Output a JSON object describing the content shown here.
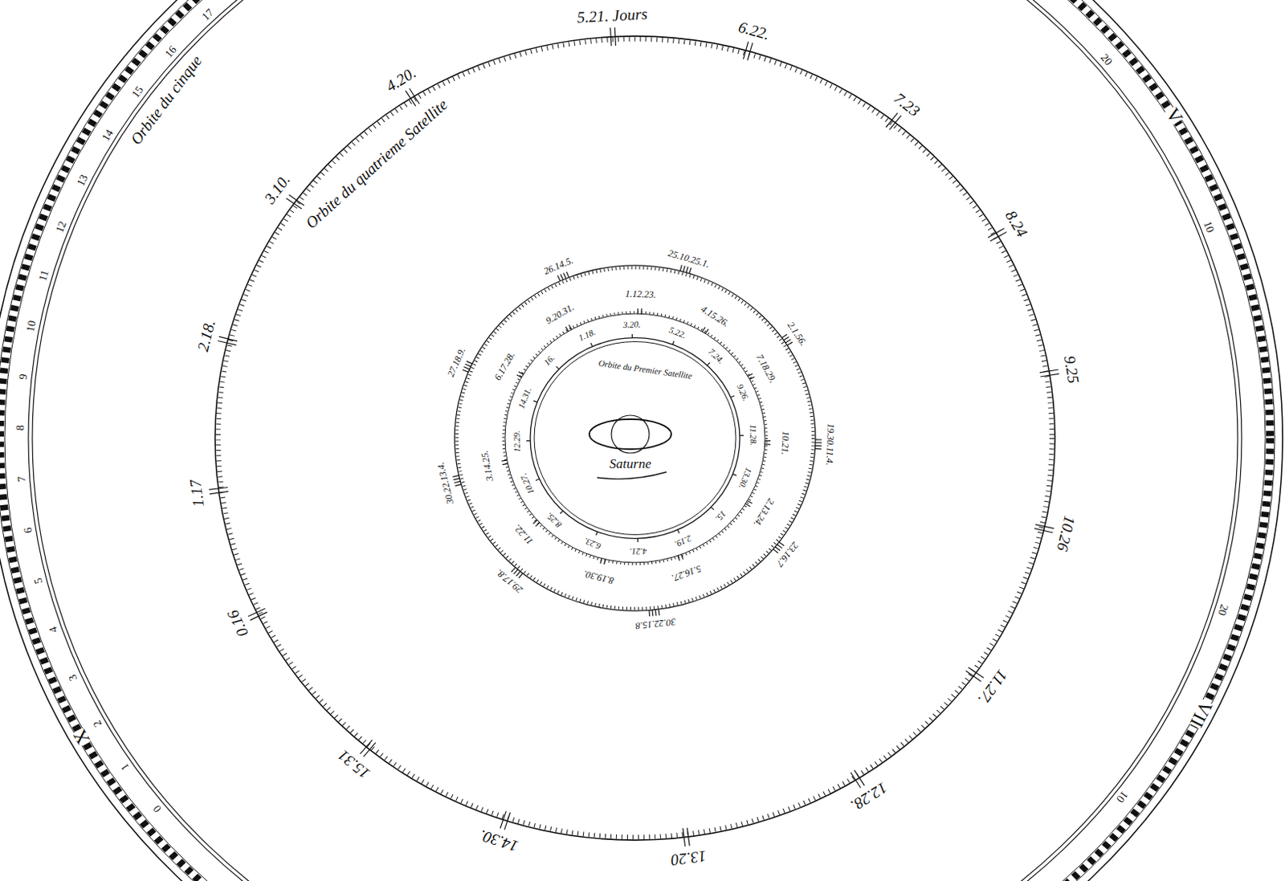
{
  "diagram": {
    "labels": [
      "Orbite du cinque",
      "0",
      "1",
      "2",
      "3",
      "4",
      "5",
      "6",
      "7",
      "8",
      "9",
      "10",
      "11",
      "12",
      "13",
      "14",
      "15",
      "16",
      "17",
      "20",
      "10",
      "20",
      "10",
      "V",
      "VII",
      "X",
      "5.21. Jours",
      "6.22.",
      "7.23",
      "8.24",
      "9.25",
      "10.26",
      "11.27.",
      "12.28.",
      "13.20",
      "14.30.",
      "15.31",
      "0.16",
      "1.17",
      "2.18.",
      "3.10.",
      "4.20.",
      "Orbite du quatrieme Satellite",
      "25.10.25.1.",
      "2.1.56.",
      "19.30.11.4.",
      "23.16.7",
      "30.22.15.8",
      "29.17.8.",
      "30.22.13.4.",
      "27.18.9.",
      "26.14.5.",
      "1.12.23.",
      "4.15.26.",
      "7.18.29.",
      "10.21.",
      "2.13.24.",
      "5.16.27.",
      "8.19.30.",
      "11.22.",
      "3.14.25.",
      "6.17.28.",
      "9.20.31.",
      "1.18.",
      "3.20.",
      "5.22.",
      "7.24.",
      "9.26.",
      "11.28.",
      "13.30.",
      "15.",
      "2.19.",
      "4.21.",
      "6.23.",
      "8.25.",
      "10.27.",
      "12.29.",
      "14.31.",
      "16.",
      "Orbite du Premier Satellite",
      "Saturne"
    ]
  }
}
